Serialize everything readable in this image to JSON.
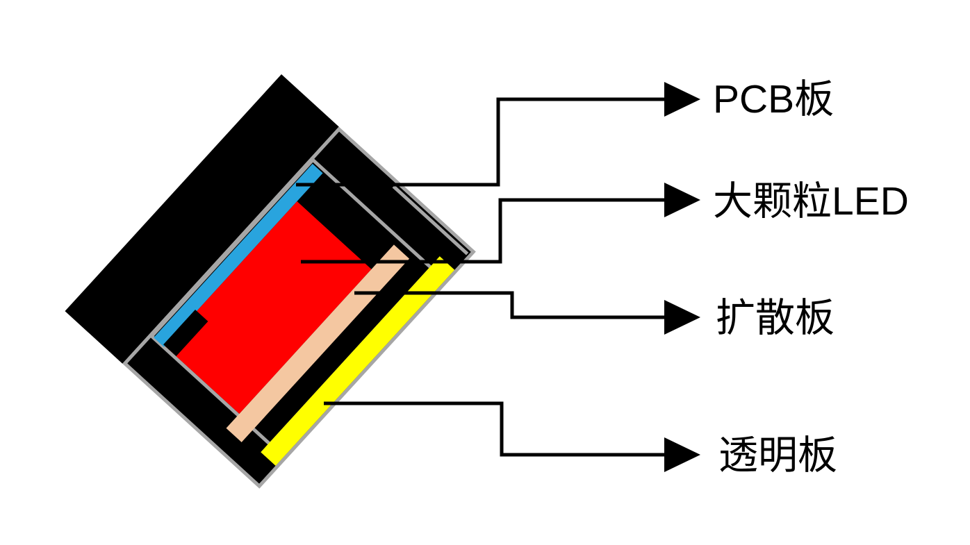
{
  "figure": {
    "description": "LED panel layer-stack cross-section diagram",
    "colors": {
      "background": "#FFFFFF",
      "housing_black": "#000000",
      "frame_border_gray": "#A6A6A6",
      "pcb_blue": "#29A4DE",
      "led_red": "#FF0000",
      "diffuser_pink": "#F4C7A1",
      "transparent_yellow": "#FFFF00",
      "leader_line": "#000000",
      "label_text": "#000000"
    },
    "layers": [
      {
        "name": "outer-housing-plate"
      },
      {
        "name": "outer-frame-panel"
      },
      {
        "name": "inner-frame-panel"
      },
      {
        "name": "pcb-strip"
      },
      {
        "name": "led-block"
      },
      {
        "name": "diffuser-strip"
      },
      {
        "name": "transparent-strip"
      }
    ],
    "callouts": [
      {
        "label": "PCB板"
      },
      {
        "label": "大颗粒LED"
      },
      {
        "label": "扩散板"
      },
      {
        "label": "透明板"
      }
    ]
  }
}
